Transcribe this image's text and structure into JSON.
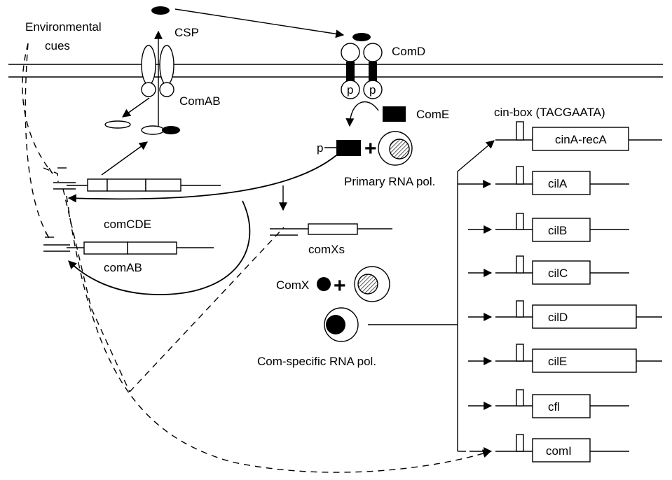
{
  "labels": {
    "environmental_cues": [
      "Environmental",
      "cues"
    ],
    "csp": "CSP",
    "comab_protein": "ComAB",
    "comd": "ComD",
    "phospho_comd": "p",
    "come": "ComE",
    "phospho": "p",
    "plus": "+",
    "primary_rna_pol": "Primary RNA pol.",
    "comcde_gene": "comCDE",
    "comab_gene": "comAB",
    "comxs_gene": "comXs",
    "comx": "ComX",
    "com_specific_rna_pol": "Com-specific RNA pol.",
    "cin_box": "cin-box  (TACGAATA)"
  },
  "target_genes": [
    "cinA-recA",
    "cilA",
    "cilB",
    "cilC",
    "cilD",
    "cilE",
    "cfl",
    "comI"
  ]
}
